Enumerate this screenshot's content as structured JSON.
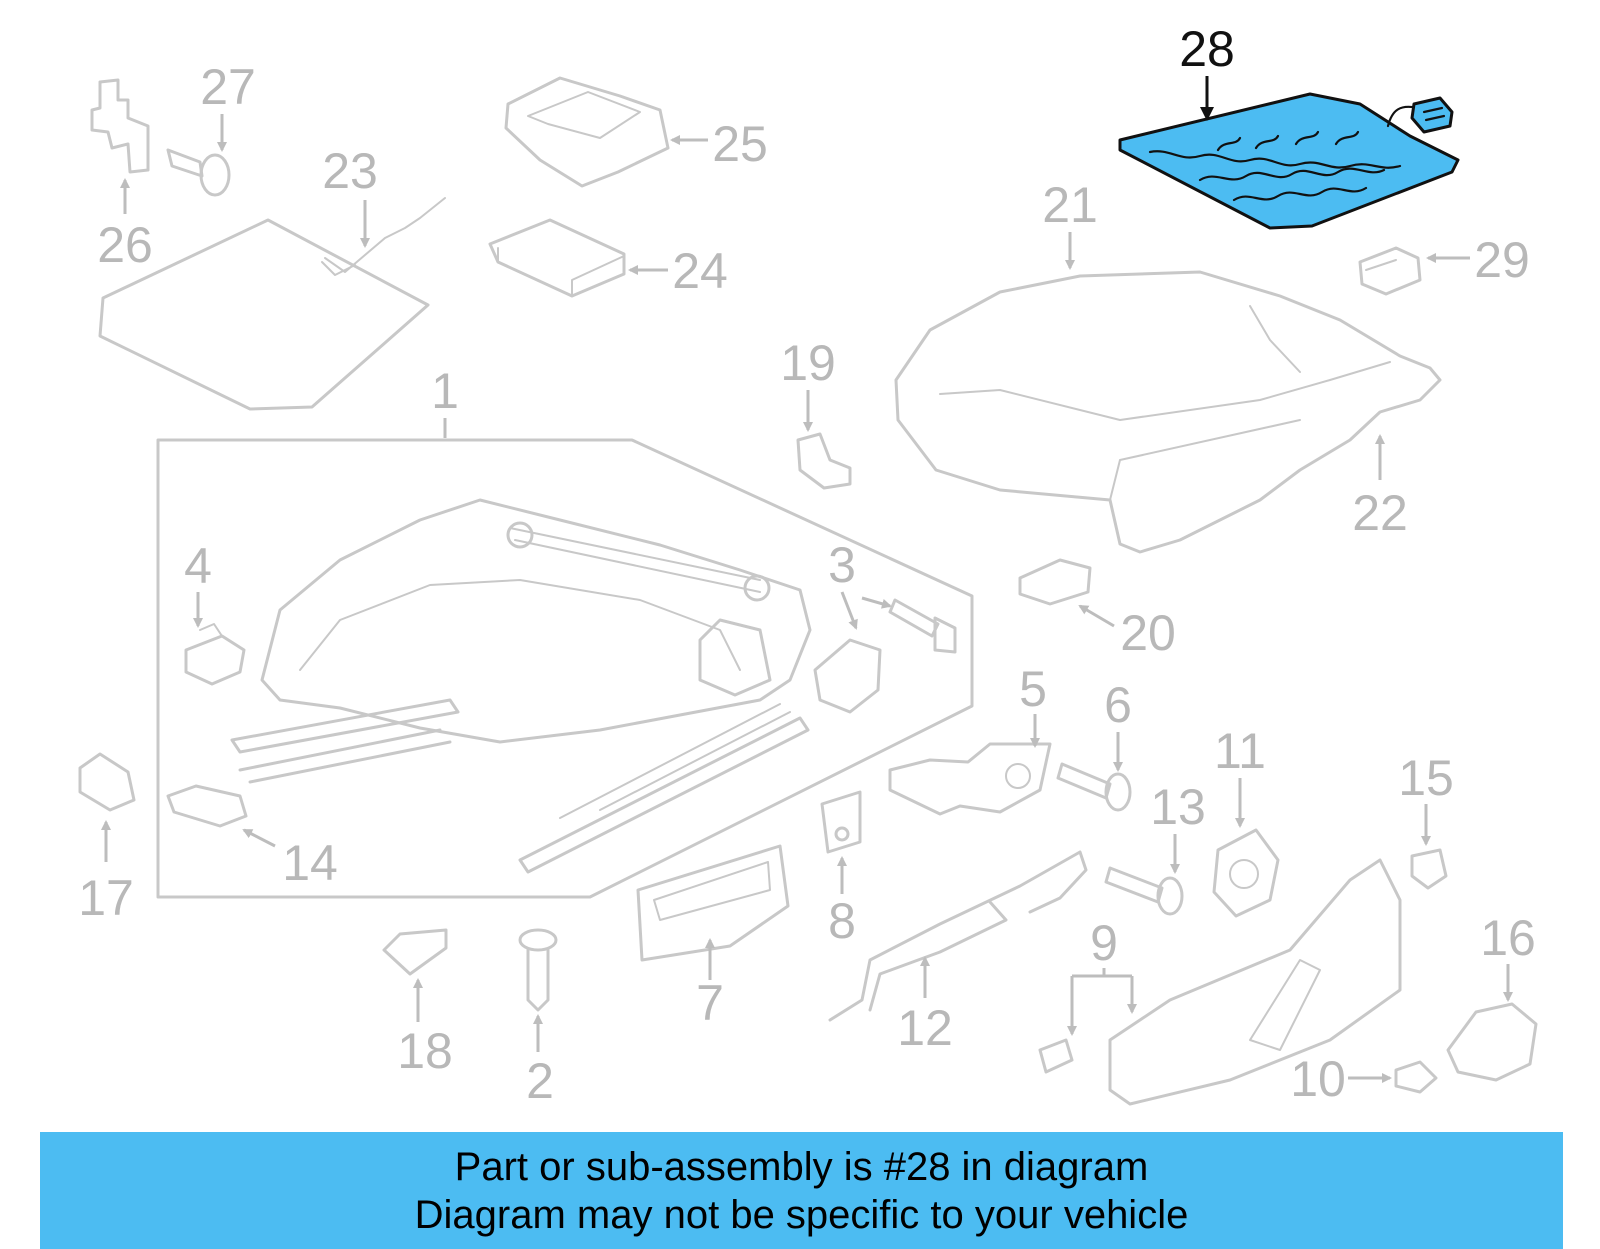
{
  "highlight_color": "#4cbcf2",
  "callouts": {
    "c1": "1",
    "c2": "2",
    "c3": "3",
    "c4": "4",
    "c5": "5",
    "c6": "6",
    "c7": "7",
    "c8": "8",
    "c9": "9",
    "c10": "10",
    "c11": "11",
    "c12": "12",
    "c13": "13",
    "c14": "14",
    "c15": "15",
    "c16": "16",
    "c17": "17",
    "c18": "18",
    "c19": "19",
    "c20": "20",
    "c21": "21",
    "c22": "22",
    "c23": "23",
    "c24": "24",
    "c25": "25",
    "c26": "26",
    "c27": "27",
    "c28": "28",
    "c29": "29"
  },
  "highlighted_part": "28",
  "banner": {
    "line1": "Part or sub-assembly is #28 in diagram",
    "line2": "Diagram may not be specific to your vehicle"
  }
}
